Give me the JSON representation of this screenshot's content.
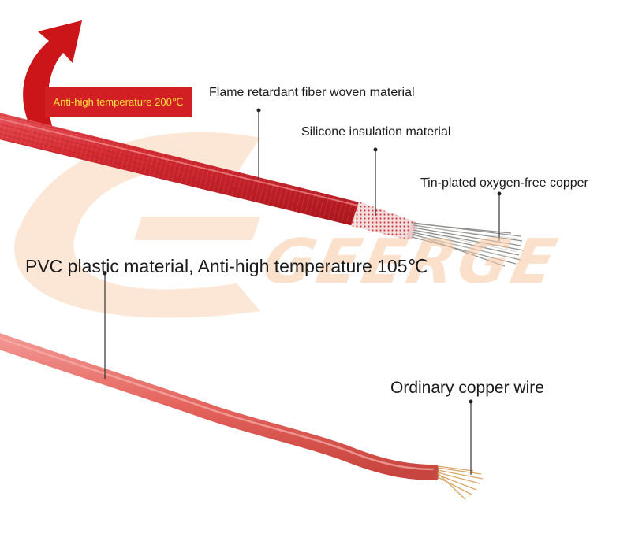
{
  "badge": {
    "text": "Anti-high temperature 200℃",
    "background": "#d11f24",
    "text_color": "#ffe13a"
  },
  "arrow": {
    "icon": "curved-up-arrow-icon",
    "color": "#cc1518"
  },
  "watermark": {
    "text": "GEERGE",
    "color": "#f9c9a2"
  },
  "callouts": {
    "flame": "Flame retardant fiber woven material",
    "silicone": "Silicone insulation material",
    "tin_copper": "Tin-plated oxygen-free copper",
    "pvc": "PVC plastic material, Anti-high temperature 105℃",
    "ordinary_copper": "Ordinary copper wire"
  },
  "colors": {
    "silicone_wire": "#cf2a30",
    "pvc_wire": "#e56a64",
    "tinned_copper": "#8e918d",
    "bare_copper": "#d8a765"
  }
}
